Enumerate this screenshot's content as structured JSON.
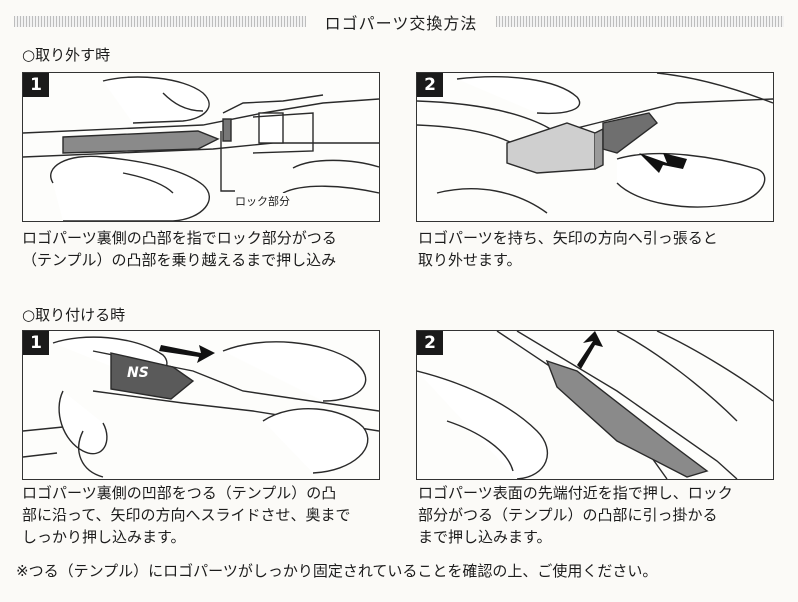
{
  "header": {
    "title": "ロゴパーツ交換方法"
  },
  "remove": {
    "label": "○取り外す時",
    "step1": {
      "num": "1",
      "callout": "ロック部分",
      "caption_lines": [
        "ロゴパーツ裏側の凸部を指でロック部分がつる",
        "（テンプル）の凸部を乗り越えるまで押し込み"
      ]
    },
    "step2": {
      "num": "2",
      "caption_lines": [
        "ロゴパーツを持ち、矢印の方向へ引っ張ると",
        "取り外せます。"
      ]
    }
  },
  "attach": {
    "label": "○取り付ける時",
    "step1": {
      "num": "1",
      "logo_text": "NS",
      "caption_lines": [
        "ロゴパーツ裏側の凹部をつる（テンプル）の凸",
        "部に沿って、矢印の方向へスライドさせ、奥まで",
        "しっかり押し込みます。"
      ]
    },
    "step2": {
      "num": "2",
      "caption_lines": [
        "ロゴパーツ表面の先端付近を指で押し、ロック",
        "部分がつる（テンプル）の凸部に引っ掛かる",
        "まで押し込みます。"
      ]
    }
  },
  "footnote": "※つる（テンプル）にロゴパーツがしっかり固定されていることを確認の上、ご使用ください。"
}
